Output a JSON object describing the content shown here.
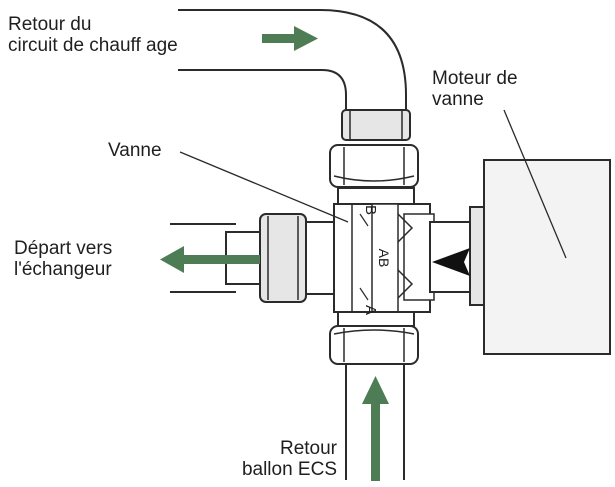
{
  "colors": {
    "arrow": "#4e7d55",
    "outline": "#2b2b2b",
    "fill": "#ffffff",
    "shade": "#e6e6e6",
    "actuator": "#f3f3f3",
    "text": "#1f1f1f"
  },
  "labels": {
    "return_circuit": [
      "Retour du",
      "circuit de chauff age"
    ],
    "motor": [
      "Moteur de",
      "vanne"
    ],
    "valve": "Vanne",
    "departure": [
      "Départ vers",
      "l'échangeur"
    ],
    "return_tank": [
      "Retour",
      "ballon ECS"
    ]
  },
  "ports": {
    "b": "B",
    "ab": "AB",
    "a": "A"
  },
  "icons": {
    "flow_in": "arrow-right-icon",
    "flow_out": "arrow-left-icon",
    "flow_up": "arrow-up-icon",
    "motor_push": "arrowhead-left-icon"
  }
}
